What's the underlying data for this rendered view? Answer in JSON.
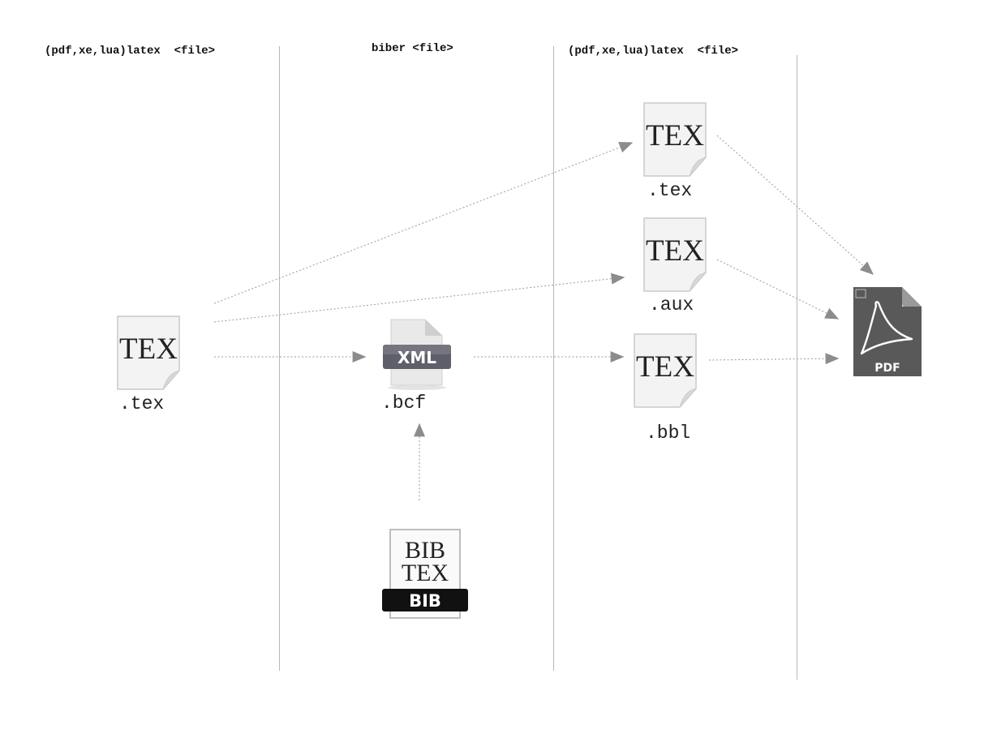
{
  "headers": {
    "col1": "(pdf,xe,lua)latex  <file>",
    "col2": "biber <file>",
    "col3": "(pdf,xe,lua)latex  <file>"
  },
  "icons": {
    "tex_logo": "TEX",
    "xml_badge": "XML",
    "bib_logo_top": "BIB",
    "bib_logo_bottom": "TEX",
    "bib_badge": "BIB",
    "pdf_badge": "PDF"
  },
  "labels": {
    "input_tex": ".tex",
    "bcf": ".bcf",
    "out_tex": ".tex",
    "aux": ".aux",
    "bbl": ".bbl"
  },
  "colors": {
    "arrow": "#8c8c8c",
    "divider": "#b8b8b8",
    "pdf_dark": "#555555",
    "xml_badge": "#5e5f6b",
    "bib_badge": "#111111"
  }
}
